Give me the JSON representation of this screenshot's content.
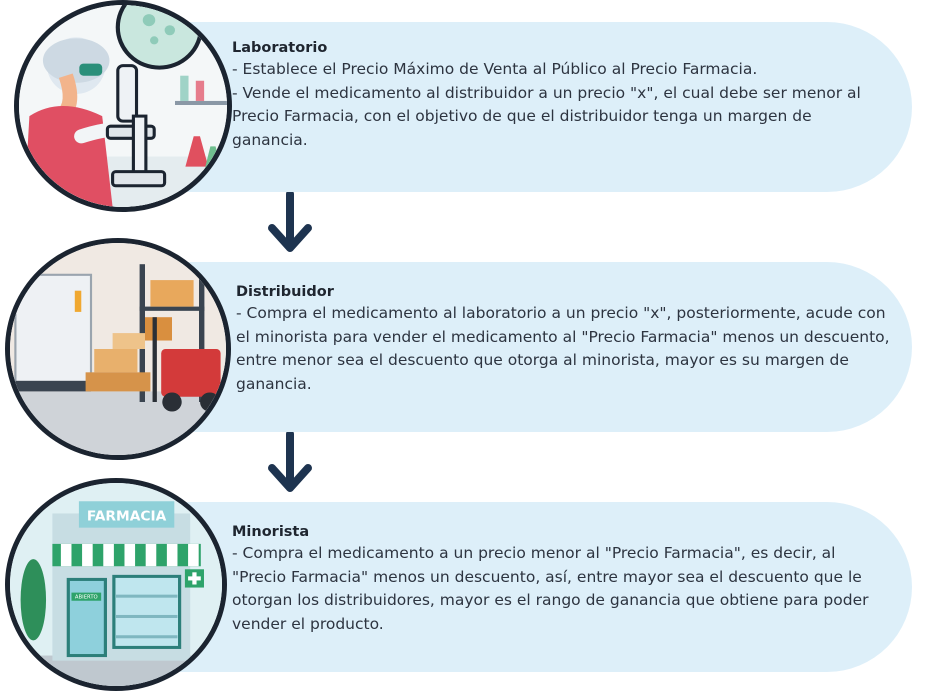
{
  "steps": [
    {
      "icon": "laboratory-scientist-icon",
      "title": "Laboratorio",
      "lines": [
        "- Establece el Precio Máximo de Venta al Público al Precio Farmacia.",
        "- Vende el medicamento al distribuidor a un precio \"x\", el cual debe ser menor al Precio Farmacia, con el objetivo de que el distribuidor tenga un margen de ganancia."
      ]
    },
    {
      "icon": "warehouse-forklift-icon",
      "title": "Distribuidor",
      "lines": [
        "- Compra el medicamento al laboratorio a un precio \"x\", posteriormente, acude con el minorista para vender el medicamento al \"Precio Farmacia\" menos un descuento, entre menor sea el descuento que otorga al minorista, mayor es su margen de ganancia."
      ]
    },
    {
      "icon": "pharmacy-store-icon",
      "title": "Minorista",
      "lines": [
        "- Compra el medicamento a un precio menor al \"Precio Farmacia\", es decir, al \"Precio Farmacia\" menos un descuento, así, entre mayor sea el descuento que le otorgan los distribuidores, mayor es el rango de ganancia que obtiene para poder vender el producto."
      ]
    }
  ],
  "store_sign": "FARMACIA",
  "door_sign": "ABIERTO",
  "colors": {
    "card": "#ddeff9",
    "arrow": "#1e3450",
    "circle_border": "#1b2430",
    "awning_green": "#2ea36a"
  }
}
